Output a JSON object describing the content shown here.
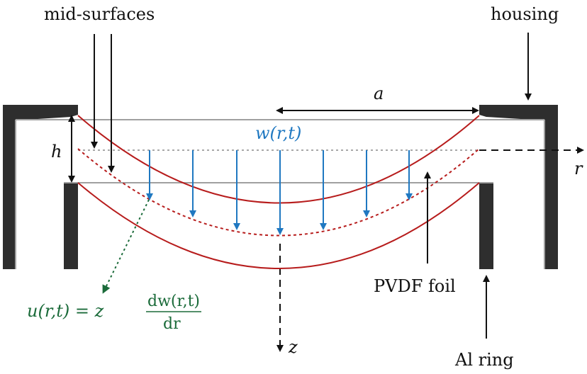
{
  "labels": {
    "mid_surfaces": "mid-surfaces",
    "housing": "housing",
    "a": "a",
    "h": "h",
    "r": "r",
    "z": "z",
    "w": "w(r,t)",
    "pvdf_foil": "PVDF foil",
    "al_ring": "Al ring",
    "u_lhs": "u(r,t) = z",
    "u_num": "dw(r,t)",
    "u_den": "dr"
  },
  "colors": {
    "structure": "#2e2e2e",
    "foil": "#b71c1c",
    "displacement": "#1f78c1",
    "annotation": "#1b6b3a",
    "axis": "#111111",
    "plate_edge": "#a0a0a0"
  }
}
